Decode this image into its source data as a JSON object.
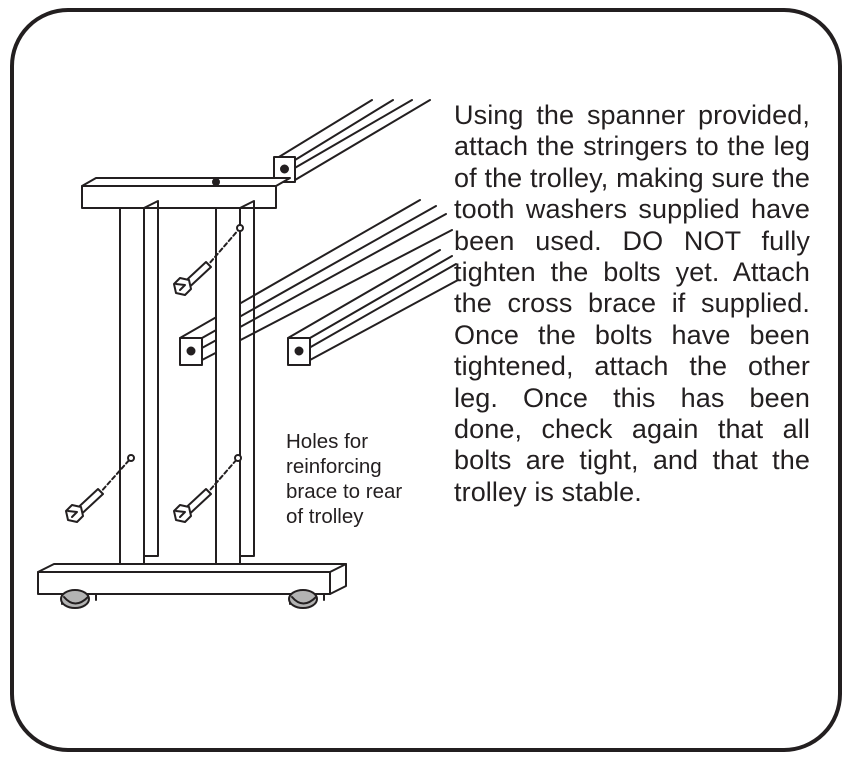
{
  "instructions": {
    "text": "Using the spanner provided, attach the stringers to the leg of the trolley, making sure the tooth washers supplied have been used. DO NOT fully tighten the bolts yet. Attach the cross brace if supplied.  Once the bolts have been tightened, attach the other leg. Once this has been done, check again that all bolts are tight, and that the trolley is stable."
  },
  "note": {
    "lines": [
      "Holes for",
      "reinforcing",
      "brace to rear",
      "of trolley"
    ]
  },
  "colors": {
    "ink": "#231f20",
    "background": "#ffffff",
    "wheel": "#b3b3b3"
  },
  "icons": [
    "bolt-icon",
    "wheel-icon",
    "bolt-hole-icon"
  ]
}
